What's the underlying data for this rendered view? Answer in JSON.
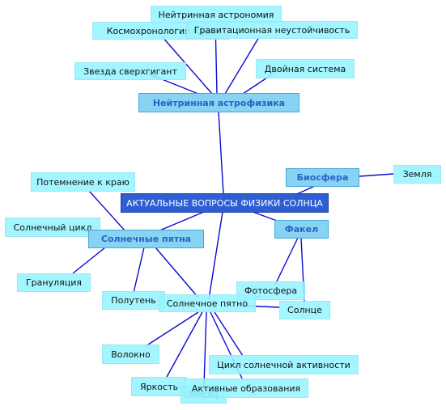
{
  "root": "АКТУАЛЬНЫЕ ВОПРОСЫ ФИЗИКИ СОЛНЦА",
  "hubs": {
    "neutrino_astrophysics": "Нейтринная астрофизика",
    "biosphere": "Биосфера",
    "flare": "Факел",
    "sunspots": "Солнечные пятна",
    "sunspot": "Солнечное пятно"
  },
  "leaves": {
    "neutrino_astronomy": "Нейтринная астрономия",
    "cosmochronology": "Космохронология ядер",
    "grav_instability": "Гравитационная неустойчивость",
    "supergiant": "Звезда сверхгигант",
    "binary": "Двойная система",
    "earth": "Земля",
    "limb_darkening": "Потемнение к краю",
    "solar_cycle": "Солнечный цикл",
    "granulation": "Грануляция",
    "penumbra": "Полутень",
    "photosphere": "Фотосфера",
    "sun": "Солнце",
    "fiber": "Волокно",
    "activity_cycle": "Цикл солнечной активности",
    "brightness": "Яркость",
    "month": "Месяц",
    "active_formations": "Активные образования"
  },
  "colors": {
    "line": "#0b0bd0",
    "root_fill": "#2d5fd3",
    "hub_fill": "#86d3f3",
    "hub_text": "#2b62c8",
    "leaf_fill": "#96f5ff"
  }
}
